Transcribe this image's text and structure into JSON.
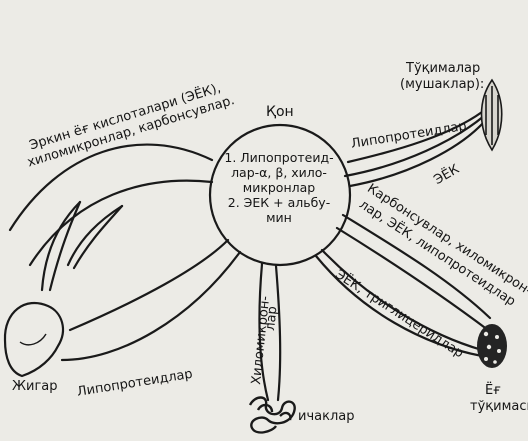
{
  "center": {
    "title": "Қон",
    "lines": [
      "1. Липопротеид-",
      "лар-α, β, хило-",
      "микронлар",
      "2. ЭЕК + альбу-",
      "мин"
    ]
  },
  "nodes": {
    "muscle_title_1": "Тўқималар",
    "muscle_title_2": "(мушаклар):",
    "fat_title_1": "Ёғ",
    "fat_title_2": "тўқимаси",
    "liver_title": "Жигар",
    "intestine_title": "ичаклар"
  },
  "edges": {
    "top_left_line1": "Эркин ёғ кислоталари (ЭЁК),",
    "top_left_line2": "хиломикронлар, карбонсувлар.",
    "to_muscle_label": "Липопротеидлар",
    "muscle_return_label": "ЭЁК",
    "to_fat_line1": "Карбонсувлар, хиломикрон-",
    "to_fat_line2": "лар, ЭЁК, липопротеидлар",
    "fat_return_label": "ЭЁК, триглицеридлар",
    "liver_label": "Липопротеидлар",
    "intestine_line1": "Хиломикрон-",
    "intestine_line2": "лар"
  }
}
